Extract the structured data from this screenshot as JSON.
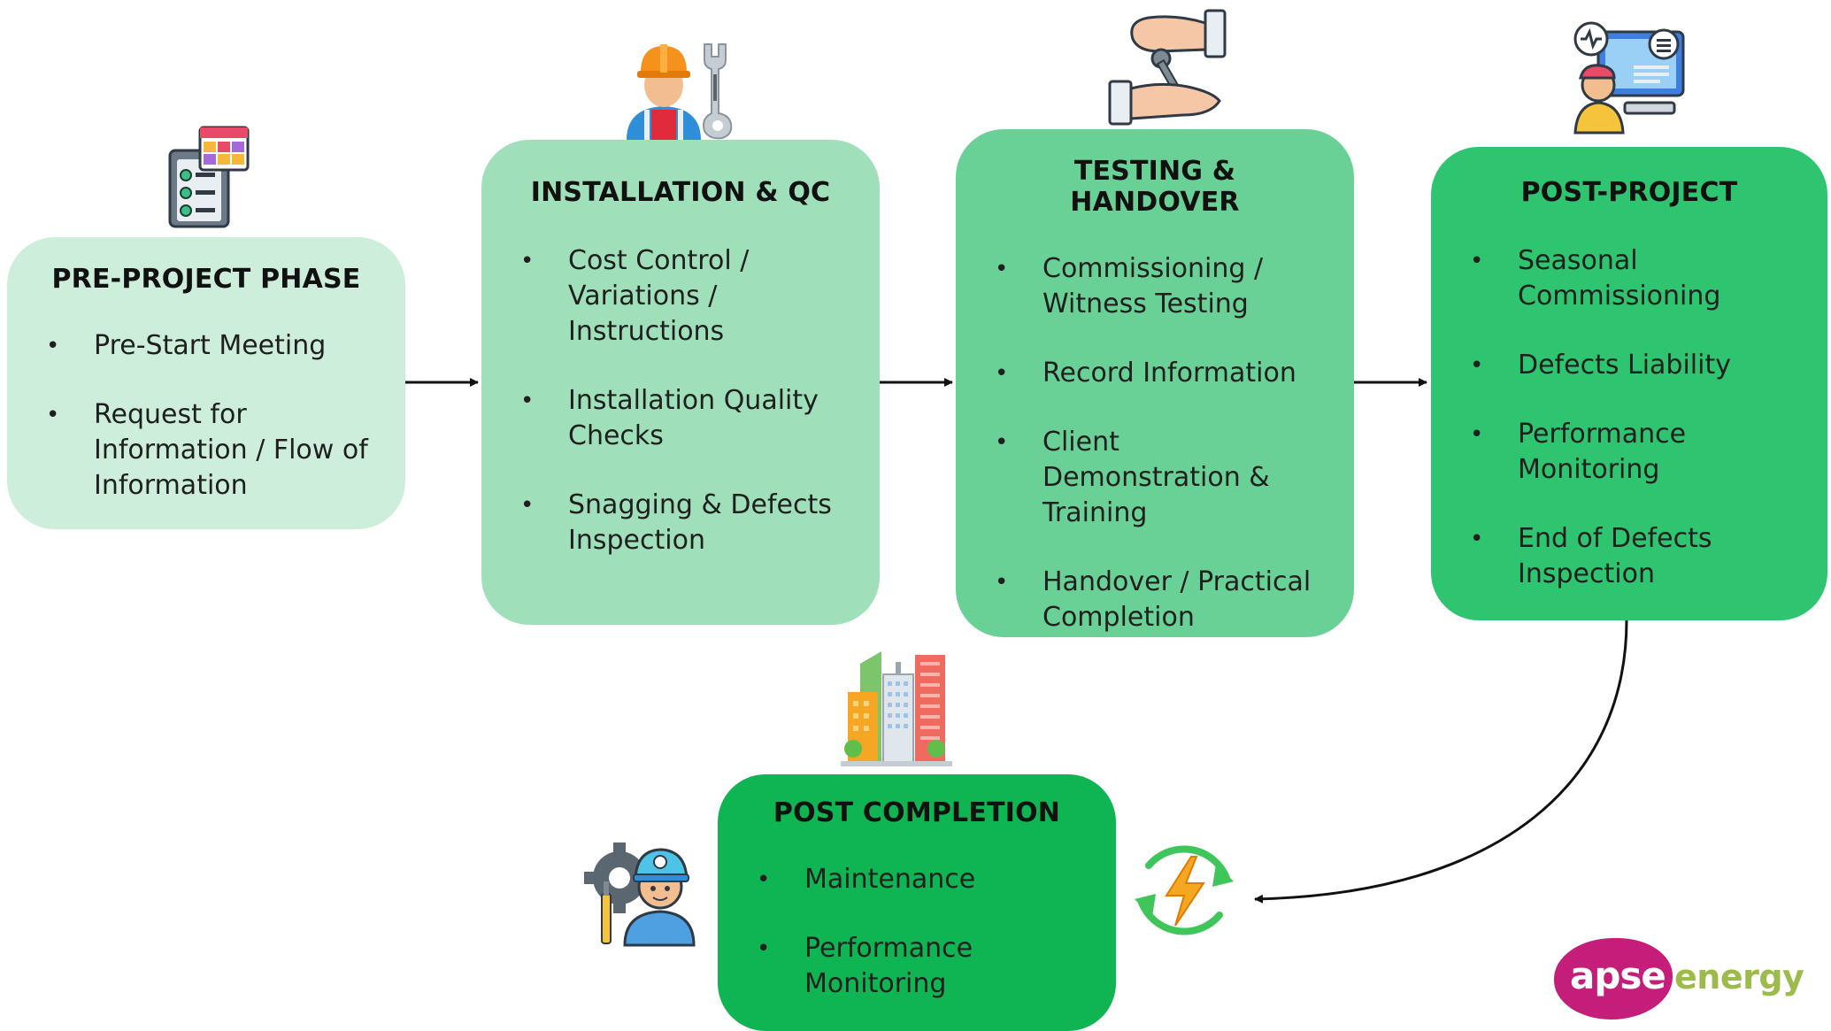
{
  "stages": [
    {
      "title": "PRE-PROJECT PHASE",
      "icon": "checklist-calendar-icon",
      "items": [
        "Pre-Start Meeting",
        "Request for Information / Flow of Information"
      ],
      "color": "#cdeedb"
    },
    {
      "title": "INSTALLATION & QC",
      "icon": "worker-wrench-icon",
      "items": [
        "Cost Control / Variations / Instructions",
        "Installation Quality Checks",
        "Snagging & Defects Inspection"
      ],
      "color": "#9fe0ba"
    },
    {
      "title": "TESTING & HANDOVER",
      "icon": "key-handover-icon",
      "items": [
        "Commissioning / Witness Testing",
        "Record Information",
        "Client Demonstration & Training",
        "Handover / Practical Completion"
      ],
      "color": "#6ad196"
    },
    {
      "title": "POST-PROJECT",
      "icon": "monitoring-technician-icon",
      "items": [
        "Seasonal Commissioning",
        "Defects Liability",
        "Performance Monitoring",
        "End of Defects Inspection"
      ],
      "color": "#2ec470"
    },
    {
      "title": "POST COMPLETION",
      "icon": "buildings-icon",
      "items": [
        "Maintenance",
        "Performance Monitoring"
      ],
      "color": "#10b553"
    }
  ],
  "decorative_icons": [
    "maintenance-worker-icon",
    "renewable-energy-cycle-icon"
  ],
  "bullet": "•",
  "logo": {
    "primary": "apse",
    "secondary": "energy",
    "primary_color": "#c41e7a",
    "secondary_color": "#9dbb4a"
  }
}
